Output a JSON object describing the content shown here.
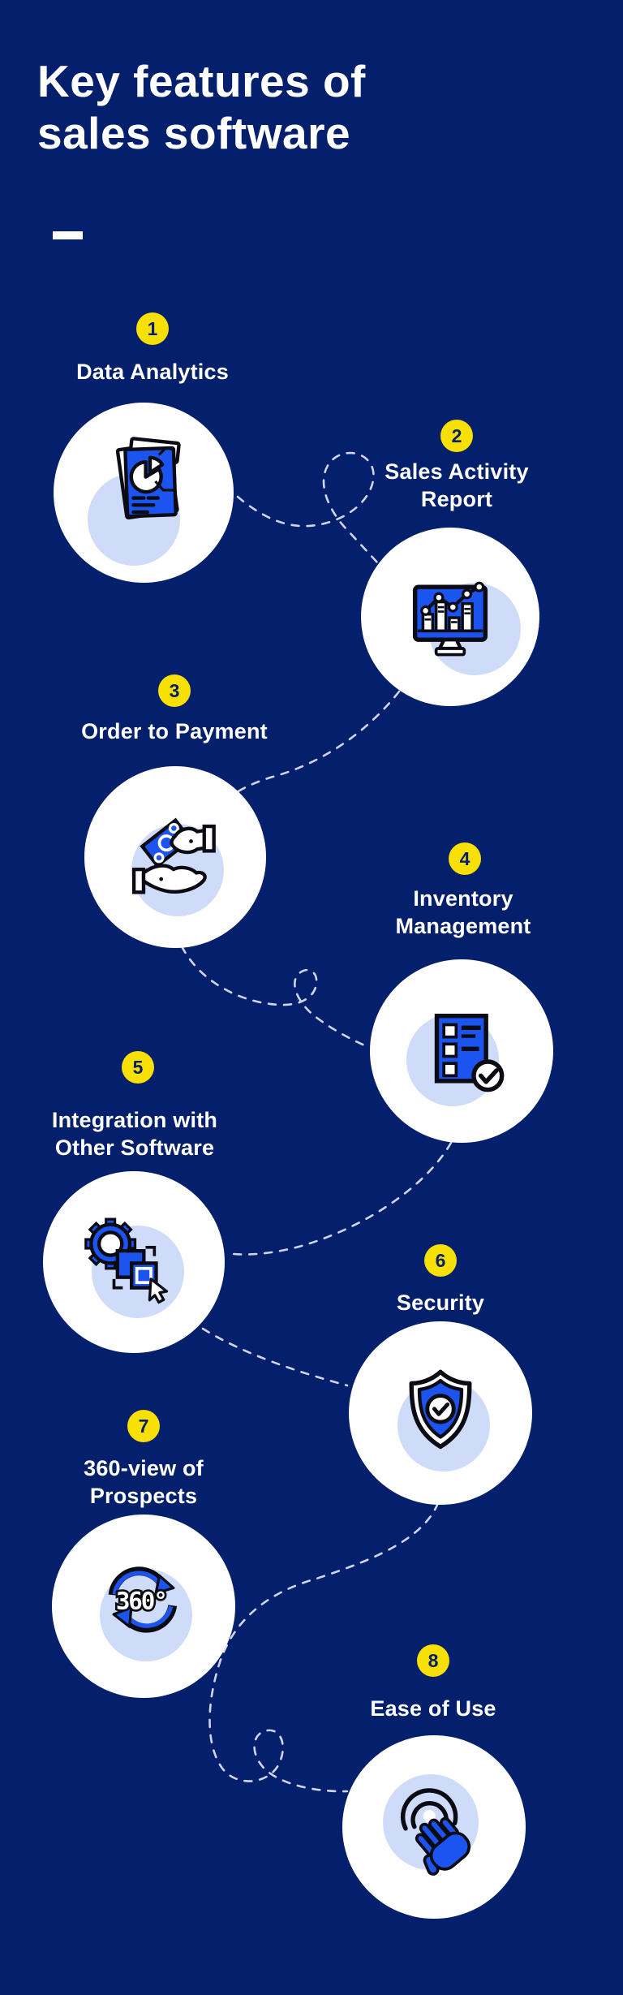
{
  "header": {
    "title": "Key features of\nsales software"
  },
  "features": [
    {
      "number": "1",
      "label": "Data Analytics",
      "icon": "report-pie-icon"
    },
    {
      "number": "2",
      "label": "Sales Activity\nReport",
      "icon": "bar-chart-monitor-icon"
    },
    {
      "number": "3",
      "label": "Order to Payment",
      "icon": "hands-payment-icon"
    },
    {
      "number": "4",
      "label": "Inventory\nManagement",
      "icon": "checklist-check-icon"
    },
    {
      "number": "5",
      "label": "Integration with\nOther Software",
      "icon": "gear-integration-icon"
    },
    {
      "number": "6",
      "label": "Security",
      "icon": "shield-check-icon"
    },
    {
      "number": "7",
      "label": "360-view of\nProspects",
      "icon": "360-degree-arrows-icon"
    },
    {
      "number": "8",
      "label": "Ease of Use",
      "icon": "tap-gesture-icon"
    }
  ],
  "colors": {
    "background": "#041f6b",
    "badge_yellow": "#f8e003",
    "badge_number": "#041f6b",
    "icon_blue": "#1b54ef",
    "inner_circle_lavender": "#cfdcf9",
    "text_white": "#ffffff",
    "connector_dash": "#dfe6f5"
  }
}
